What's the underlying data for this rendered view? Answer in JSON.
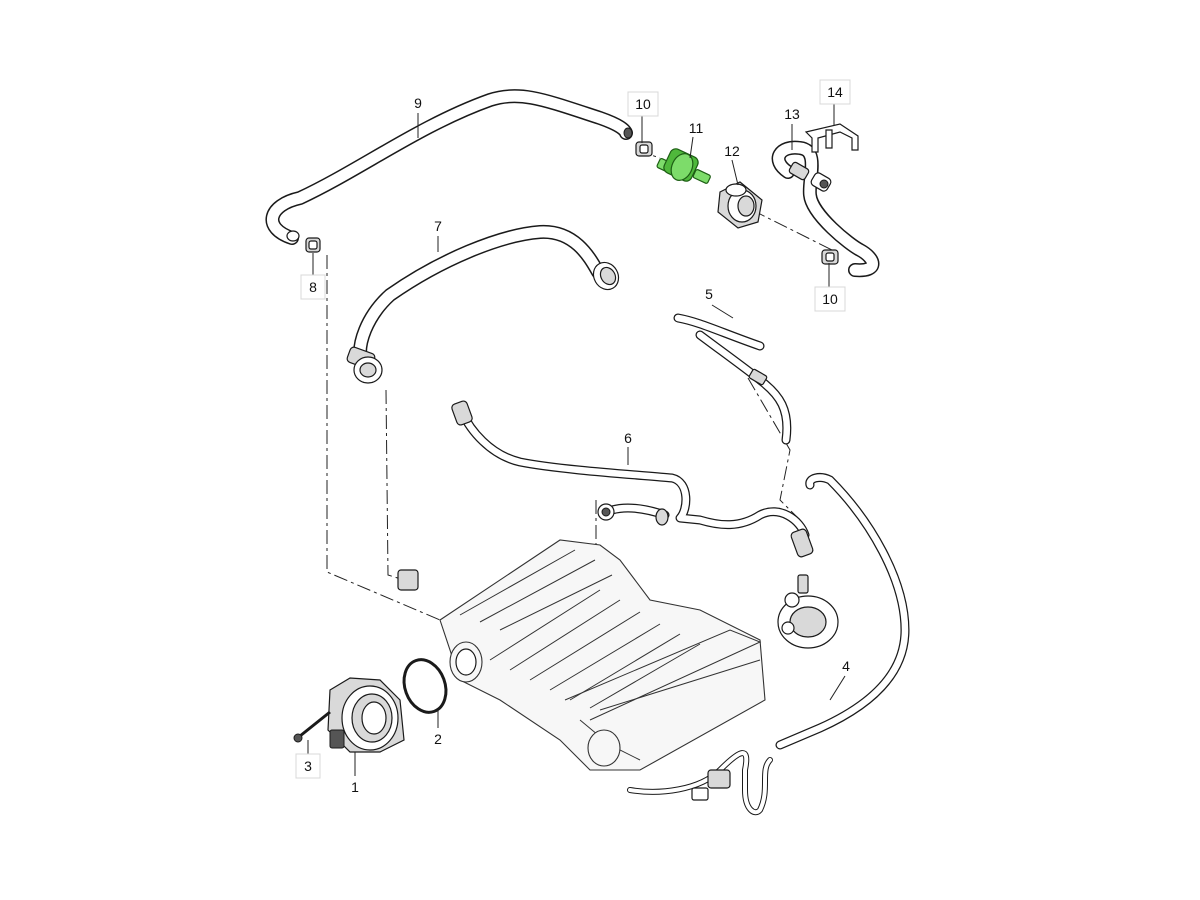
{
  "diagram": {
    "callouts": [
      {
        "id": "1",
        "text": "1"
      },
      {
        "id": "2",
        "text": "2"
      },
      {
        "id": "3",
        "text": "3"
      },
      {
        "id": "4",
        "text": "4"
      },
      {
        "id": "5",
        "text": "5"
      },
      {
        "id": "6",
        "text": "6"
      },
      {
        "id": "7",
        "text": "7"
      },
      {
        "id": "8",
        "text": "8"
      },
      {
        "id": "9",
        "text": "9"
      },
      {
        "id": "10a",
        "text": "10"
      },
      {
        "id": "10b",
        "text": "10"
      },
      {
        "id": "11",
        "text": "11"
      },
      {
        "id": "12",
        "text": "12"
      },
      {
        "id": "13",
        "text": "13"
      },
      {
        "id": "14",
        "text": "14"
      }
    ],
    "highlight_color": "#7ddc6a",
    "highlighted_part": "11"
  }
}
